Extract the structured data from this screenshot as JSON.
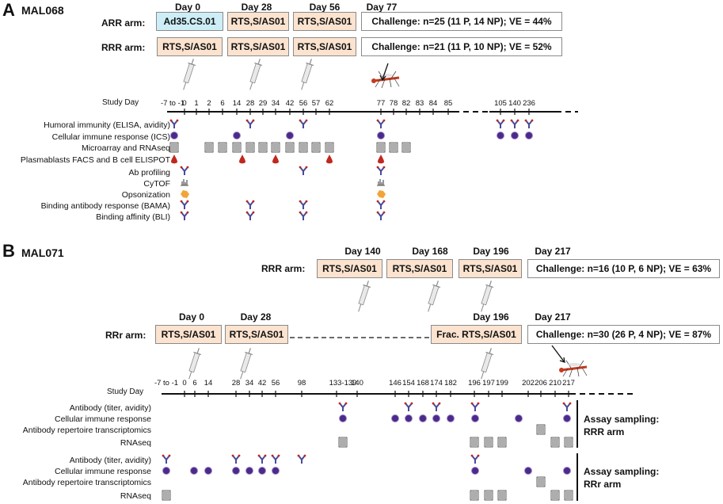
{
  "panelA": {
    "letter": "A",
    "study": "MAL068",
    "days": [
      "Day 0",
      "Day 28",
      "Day 56",
      "Day 77"
    ],
    "arms": [
      {
        "label": "ARR arm:",
        "doses": [
          "Ad35.CS.01",
          "RTS,S/AS01",
          "RTS,S/AS01"
        ],
        "challenge": "Challenge:   n=25 (11 P, 14 NP); VE = 44%"
      },
      {
        "label": "RRR arm:",
        "doses": [
          "RTS,S/AS01",
          "RTS,S/AS01",
          "RTS,S/AS01"
        ],
        "challenge": "Challenge:   n=21 (11 P, 10 NP); VE = 52%"
      }
    ],
    "study_day_label": "Study Day",
    "ticks": [
      "-7 to -1",
      "0",
      "1",
      "2",
      "6",
      "14",
      "28",
      "29",
      "34",
      "42",
      "56",
      "57",
      "62",
      "77",
      "78",
      "82",
      "83",
      "84",
      "85",
      "105",
      "140",
      "236"
    ],
    "assays": [
      "Humoral immunity (ELISA, avidity)",
      "Cellular immune response (ICS)",
      "Microarray and RNAseq",
      "Plasmablasts FACS and B cell ELISPOT",
      "Ab profiling",
      "CyTOF",
      "Opsonization",
      "Binding antibody response (BAMA)",
      "Binding affinity (BLI)"
    ]
  },
  "panelB": {
    "letter": "B",
    "study": "MAL071",
    "rrr": {
      "label": "RRR arm:",
      "days": [
        "Day 140",
        "Day 168",
        "Day 196",
        "Day 217"
      ],
      "doses": [
        "RTS,S/AS01",
        "RTS,S/AS01",
        "RTS,S/AS01"
      ],
      "challenge": "Challenge:    n=16 (10 P, 6 NP); VE = 63%"
    },
    "rrr_fractional": {
      "label": "RRr arm:",
      "days": [
        "Day 0",
        "Day 28",
        "Day 196",
        "Day 217"
      ],
      "doses": [
        "RTS,S/AS01",
        "RTS,S/AS01",
        "Frac. RTS,S/AS01"
      ],
      "challenge": "Challenge:    n=30 (26 P, 4 NP); VE = 87%"
    },
    "study_day_label": "Study Day",
    "ticks": [
      "-7 to -1",
      "0",
      "6",
      "14",
      "28",
      "34",
      "42",
      "56",
      "98",
      "133-139",
      "140",
      "146",
      "154",
      "168",
      "174",
      "182",
      "196",
      "197",
      "199",
      "202",
      "206",
      "210",
      "217"
    ],
    "assays_rrr": [
      "Antibody (titer, avidity)",
      "Cellular immune response",
      "Antibody repertoire transcriptomics",
      "RNAseq"
    ],
    "assays_rrr_fractional": [
      "Antibody (titer, avidity)",
      "Cellular immune response",
      "Antibody repertoire transcriptomics",
      "RNAseq"
    ],
    "sampling_rrr": [
      "Assay sampling:",
      "RRR arm"
    ],
    "sampling_rrr_fractional": [
      "Assay sampling:",
      "RRr arm"
    ]
  },
  "colors": {
    "vaccine_box": "#fbe3cf",
    "adenovirus_box": "#cdeef6",
    "antibody": "#4a4a9a",
    "cell": "#4b2a8a",
    "blood_drop": "#c0281f",
    "opsonization": "#f2a43a",
    "mosquito": "#c43b1f"
  },
  "icons": [
    "syringe-icon",
    "mosquito-icon",
    "antibody-icon",
    "cell-icon",
    "array-icon",
    "blood-drop-icon",
    "cytof-icon",
    "opsonization-icon",
    "arrow-icon"
  ]
}
